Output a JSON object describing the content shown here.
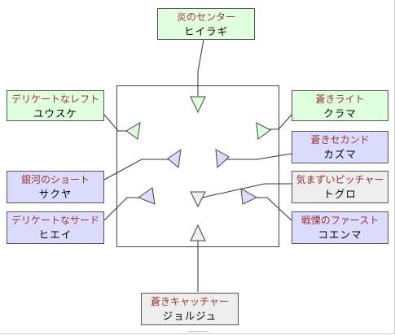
{
  "positions": [
    {
      "id": "center-fire",
      "role": "炎のセンター",
      "name": "ヒイラギ",
      "color": "#dfffdf"
    },
    {
      "id": "left-delicate",
      "role": "デリケートなレフト",
      "name": "ユウスケ",
      "color": "#dfffdf"
    },
    {
      "id": "right-blue",
      "role": "蒼きライト",
      "name": "クラマ",
      "color": "#dfffdf"
    },
    {
      "id": "second-blue",
      "role": "蒼きセカンド",
      "name": "カズマ",
      "color": "#dcdcff"
    },
    {
      "id": "short-galaxy",
      "role": "銀河のショート",
      "name": "サクヤ",
      "color": "#dcdcff"
    },
    {
      "id": "pitcher-awkward",
      "role": "気まずいピッチャー",
      "name": "トグロ",
      "color": "#eeeeee"
    },
    {
      "id": "third-delicate",
      "role": "デリケートなサード",
      "name": "ヒエイ",
      "color": "#dcdcff"
    },
    {
      "id": "first-shudder",
      "role": "戦慄のファースト",
      "name": "コエンマ",
      "color": "#dcdcff"
    },
    {
      "id": "catcher-blue",
      "role": "蒼きキャッチャー",
      "name": "ジョルジュ",
      "color": "#eeeeee"
    }
  ],
  "colors": {
    "outfield": "#dfffdf",
    "infield": "#dcdcff",
    "battery": "#eeeeee",
    "role_text": "#993333",
    "border": "#555555"
  }
}
